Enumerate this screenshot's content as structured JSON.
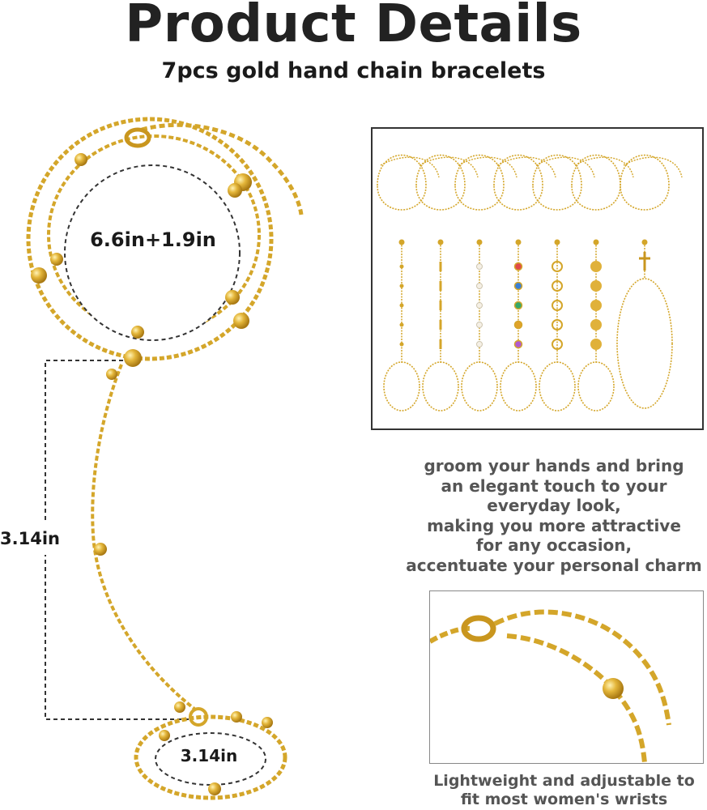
{
  "header": {
    "title": "Product Details",
    "subtitle": "7pcs gold hand chain bracelets"
  },
  "measurements": {
    "wrist": "6.6in+1.9in",
    "finger_chain": "3.14in",
    "ring": "3.14in"
  },
  "description_lines": [
    "groom your hands and bring",
    "an elegant touch to your",
    "everyday look,",
    "making you more attractive",
    "for any occasion,",
    "accentuate your personal charm"
  ],
  "detail_caption_lines": [
    "Lightweight and adjustable to",
    "fit most women's wrists"
  ],
  "colors": {
    "gold": "#d4a62a",
    "gold_dark": "#b8871a",
    "gold_light": "#f2d36b",
    "text_dark": "#222222",
    "text_gray": "#555555"
  },
  "variants": [
    {
      "pendant": "beads"
    },
    {
      "pendant": "bars"
    },
    {
      "pendant": "pearls"
    },
    {
      "pendant": "colored flowers"
    },
    {
      "pendant": "rings"
    },
    {
      "pendant": "sequins"
    },
    {
      "pendant": "cross"
    }
  ]
}
